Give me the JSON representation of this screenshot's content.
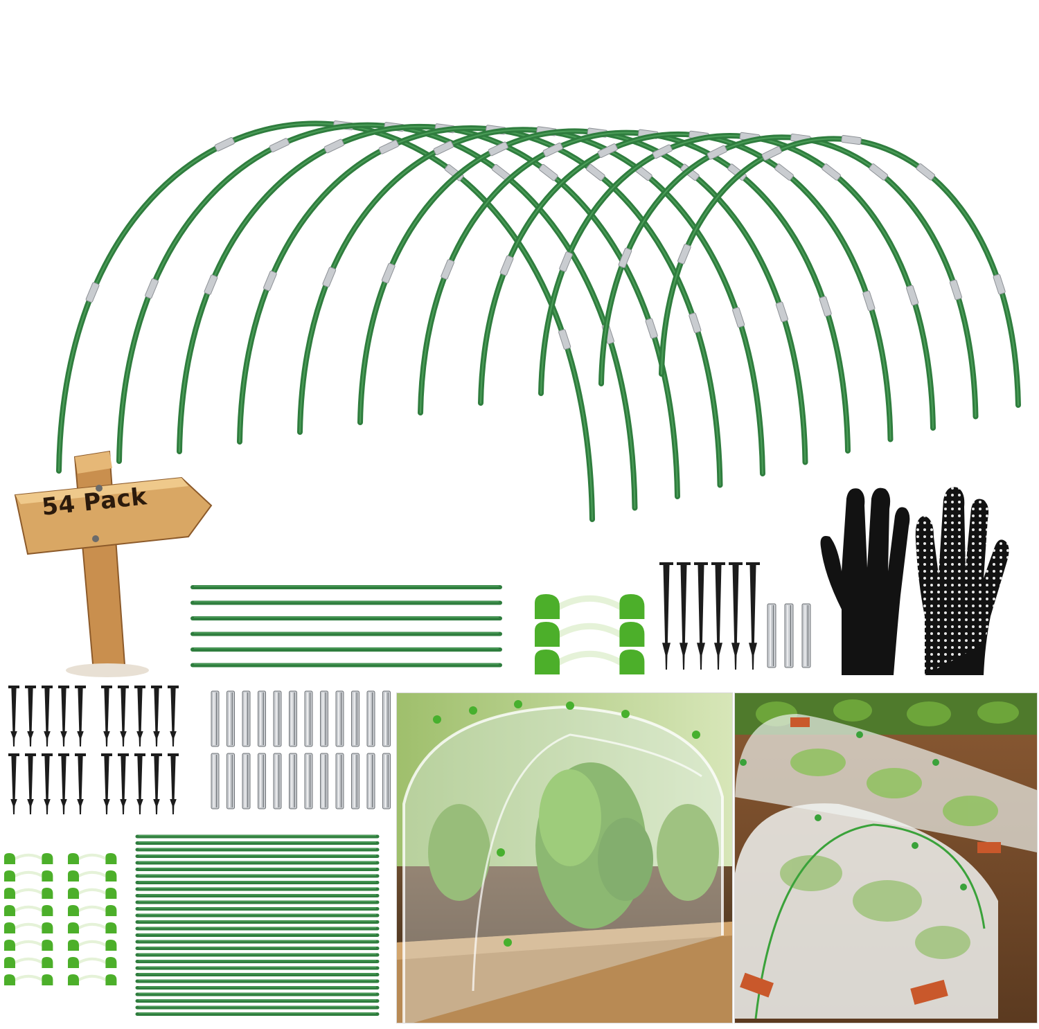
{
  "badge": {
    "text": "54 Pack",
    "sign_color": "#d9a764",
    "text_color": "#2b1a0c"
  },
  "colors": {
    "hoop_green": "#2f7d3e",
    "hoop_highlight": "#5fb36b",
    "sleeve_metal": "#c9ccd0",
    "stake_black": "#1c1c1c",
    "clip_green": "#4caf2a",
    "clip_light": "#8fd14a"
  },
  "items": {
    "hoops": {
      "icon": "garden-hoop-icon",
      "count": 11
    },
    "rods_short": {
      "icon": "green-rod-icon",
      "count": 6
    },
    "rods_bundle": {
      "icon": "green-rod-icon",
      "count": 28
    },
    "clips_small": {
      "icon": "snap-clip-icon",
      "count": 3
    },
    "clips_bundle": {
      "icon": "snap-clip-icon",
      "count": 16
    },
    "stakes_small": {
      "icon": "ground-stake-icon",
      "count": 6
    },
    "stakes_bundle": {
      "icon": "ground-stake-icon",
      "count": 20
    },
    "sleeves_small": {
      "icon": "metal-sleeve-icon",
      "count": 3
    },
    "sleeves_bundle": {
      "icon": "metal-sleeve-icon",
      "count": 24
    },
    "gloves": {
      "icon": "garden-glove-icon",
      "count": 2
    }
  },
  "photos": [
    {
      "icon": "plastic-tunnel-photo-icon"
    },
    {
      "icon": "mesh-tunnel-photo-icon"
    }
  ]
}
